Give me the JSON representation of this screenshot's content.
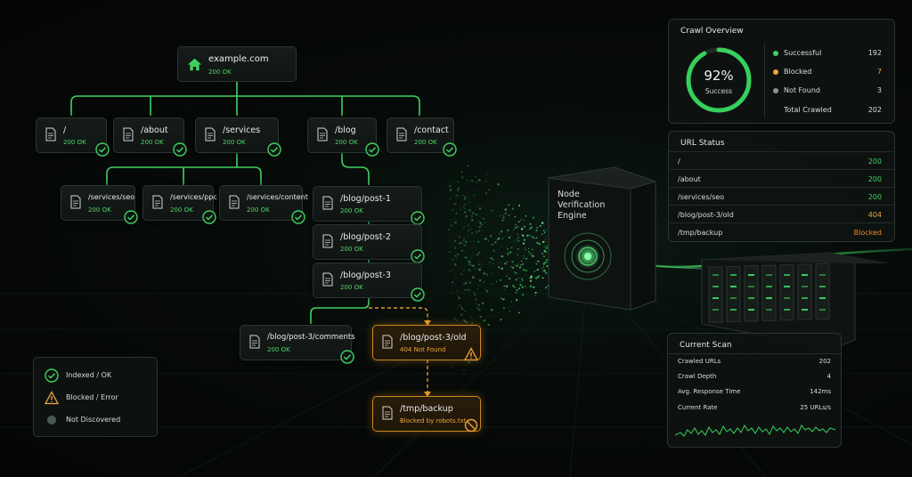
{
  "colors": {
    "ok": "#3fd160",
    "warn": "#f0a43a",
    "blocked": "#e88b2a",
    "accent": "#32e05a",
    "neutral": "#8a948f"
  },
  "root": {
    "label": "example.com",
    "status": "200 OK",
    "icon": "home-icon"
  },
  "level1": [
    {
      "label": "/",
      "status": "200 OK"
    },
    {
      "label": "/about",
      "status": "200 OK"
    },
    {
      "label": "/services",
      "status": "200 OK"
    },
    {
      "label": "/blog",
      "status": "200 OK"
    },
    {
      "label": "/contact",
      "status": "200 OK"
    }
  ],
  "services": [
    {
      "label": "/services/seo",
      "status": "200 OK"
    },
    {
      "label": "/services/ppc",
      "status": "200 OK"
    },
    {
      "label": "/services/content",
      "status": "200 OK"
    }
  ],
  "blog": [
    {
      "label": "/blog/post-1",
      "status": "200 OK"
    },
    {
      "label": "/blog/post-2",
      "status": "200 OK"
    },
    {
      "label": "/blog/post-3",
      "status": "200 OK"
    }
  ],
  "post3": {
    "comments": {
      "label": "/blog/post-3/comments",
      "status": "200 OK"
    },
    "old": {
      "label": "/blog/post-3/old",
      "status": "404 Not Found"
    },
    "backup": {
      "label": "/tmp/backup",
      "status": "Blocked by robots.txt"
    }
  },
  "legend": {
    "indexed": "Indexed / OK",
    "blocked": "Blocked / Error",
    "not_discovered": "Not Discovered"
  },
  "engine": {
    "label": "Node Verification Engine"
  },
  "overview": {
    "title": "Crawl Overview",
    "percent": "92%",
    "percent_value": 0.92,
    "percent_label": "Success",
    "rows": [
      {
        "name": "Successful",
        "value": "192"
      },
      {
        "name": "Blocked",
        "value": "7"
      },
      {
        "name": "Not Found",
        "value": "3"
      },
      {
        "name": "Total Crawled",
        "value": "202"
      }
    ]
  },
  "url_status": {
    "title": "URL Status",
    "rows": [
      {
        "path": "/",
        "code": "200"
      },
      {
        "path": "/about",
        "code": "200"
      },
      {
        "path": "/services/seo",
        "code": "200"
      },
      {
        "path": "/blog/post-3/old",
        "code": "404"
      },
      {
        "path": "/tmp/backup",
        "code": "Blocked"
      }
    ]
  },
  "scan": {
    "title": "Current Scan",
    "rows": [
      {
        "key": "Crawled URLs",
        "value": "202"
      },
      {
        "key": "Crawl Depth",
        "value": "4"
      },
      {
        "key": "Avg. Response Time",
        "value": "142ms"
      },
      {
        "key": "Current Rate",
        "value": "25 URLs/s"
      }
    ]
  }
}
